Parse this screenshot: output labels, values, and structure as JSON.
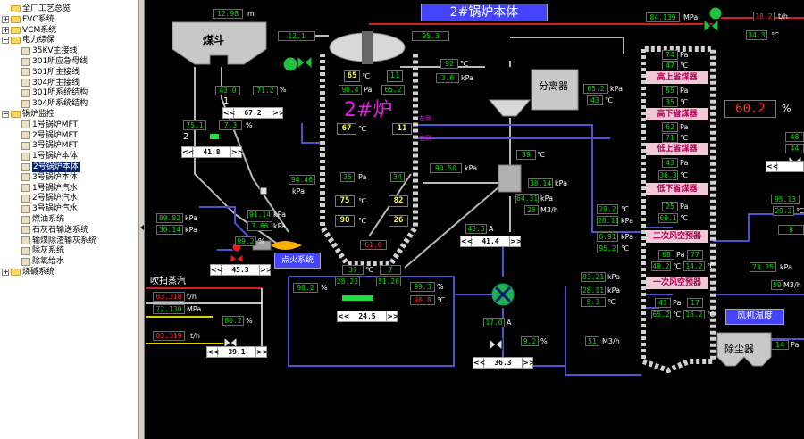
{
  "tree": [
    {
      "label": "全厂工艺总览",
      "level": 0,
      "kind": "root"
    },
    {
      "label": "FVC系统",
      "level": 0,
      "kind": "plus"
    },
    {
      "label": "VCM系统",
      "level": 0,
      "kind": "plus"
    },
    {
      "label": "电力综保",
      "level": 0,
      "kind": "minus"
    },
    {
      "label": "35KV主接线",
      "level": 1,
      "kind": "leaf"
    },
    {
      "label": "301所应急母线",
      "level": 1,
      "kind": "leaf"
    },
    {
      "label": "301所主接线",
      "level": 1,
      "kind": "leaf"
    },
    {
      "label": "304所主接线",
      "level": 1,
      "kind": "leaf"
    },
    {
      "label": "301所系统结构",
      "level": 1,
      "kind": "leaf"
    },
    {
      "label": "304所系统结构",
      "level": 1,
      "kind": "leaf"
    },
    {
      "label": "锅炉监控",
      "level": 0,
      "kind": "minus"
    },
    {
      "label": "1号锅炉MFT",
      "level": 1,
      "kind": "leaf"
    },
    {
      "label": "2号锅炉MFT",
      "level": 1,
      "kind": "leaf"
    },
    {
      "label": "3号锅炉MFT",
      "level": 1,
      "kind": "leaf"
    },
    {
      "label": "1号锅炉本体",
      "level": 1,
      "kind": "leaf"
    },
    {
      "label": "2号锅炉本体",
      "level": 1,
      "kind": "leaf",
      "selected": true
    },
    {
      "label": "3号锅炉本体",
      "level": 1,
      "kind": "leaf"
    },
    {
      "label": "1号锅炉汽水",
      "level": 1,
      "kind": "leaf"
    },
    {
      "label": "2号锅炉汽水",
      "level": 1,
      "kind": "leaf"
    },
    {
      "label": "3号锅炉汽水",
      "level": 1,
      "kind": "leaf"
    },
    {
      "label": "燃油系统",
      "level": 1,
      "kind": "leaf"
    },
    {
      "label": "石灰石输送系统",
      "level": 1,
      "kind": "leaf"
    },
    {
      "label": "输煤除渣输灰系统",
      "level": 1,
      "kind": "leaf"
    },
    {
      "label": "除灰系统",
      "level": 1,
      "kind": "leaf"
    },
    {
      "label": "除氧给水",
      "level": 1,
      "kind": "leaf"
    },
    {
      "label": "烧碱系统",
      "level": 0,
      "kind": "plus"
    }
  ],
  "title": "2#锅炉本体",
  "labels": {
    "coal_hopper": "煤斗",
    "furnace": "2#炉",
    "separator": "分离器",
    "ignition": "点火系统",
    "purge_steam": "吹扫蒸汽",
    "fan_temp": "风机温度",
    "dust_collector": "除尘器",
    "high_econ": "高上省煤器",
    "high_econ2": "高下省煤器",
    "low_econ": "低上省煤器",
    "low_econ2": "低下省煤器",
    "air_pre1": "二次风空预器",
    "air_pre2": "一次风空预器",
    "wall1": "左侧",
    "wall2": "右侧",
    "n1": "1",
    "n2": "2"
  },
  "units": {
    "m": "m",
    "pct": "%",
    "kpa": "kPa",
    "pa": "Pa",
    "c": "℃",
    "a": "A",
    "m3h": "M3/h",
    "mpa": "MPa",
    "th": "t/h"
  },
  "values": {
    "coal_level": "12.98",
    "v12_1": "12.1",
    "v95_3": "95.3",
    "v43_0": "43.0",
    "v71_2": "71.2",
    "v67_2": "67.2",
    "v75_1": "75.1",
    "v7_3": "7.3",
    "v41_8": "41.8",
    "f65": "65",
    "f11a": "11",
    "f90_4": "90.4",
    "f65_2": "65.2",
    "f67": "67",
    "f11b": "11",
    "f35": "35",
    "f34": "34",
    "f75": "75",
    "f82": "82",
    "f98": "98",
    "f26": "26",
    "t92": "92",
    "p3_6": "3.6",
    "v94_46": "94.46",
    "v90_50": "90.50",
    "v39": "39",
    "v38_14": "38.14",
    "v64_31": "64.31",
    "v25": "25",
    "v65_2b": "65.2",
    "v43b": "43",
    "v89_82": "89.82",
    "v30_14": "30.14",
    "v91_14": "91.14",
    "v3_66": "3.66",
    "v99_2": "99.2",
    "v45_3": "45.3",
    "red_61_0": "61.0",
    "v43_3": "43.3",
    "v41_4": "41.4",
    "v37": "37",
    "v7": "7",
    "v28_23": "28.23",
    "v51_26": "51.26",
    "v98_2": "98.2",
    "v99_3": "99.3",
    "red_90_8": "90.8",
    "v24_5": "24.5",
    "v17_0": "17.0",
    "v9_2": "9.2",
    "v36_3": "36.3",
    "v51": "51",
    "red_63_318": "63.318",
    "v72_130": "72.130",
    "v80_2": "80.2",
    "red_83_319": "83.319",
    "v39_1": "39.1",
    "v84_139": "84.139",
    "red_th": "18.2",
    "v34_3": "34.3",
    "r74": "74",
    "r47": "47",
    "r55": "55",
    "r35": "35",
    "r62": "62",
    "r71": "71",
    "r43": "43",
    "r36_3": "36.3",
    "r25": "25",
    "r69_1": "69.1",
    "r68": "68",
    "r77": "77",
    "r49_2": "49.2",
    "r14_2": "14.2",
    "r43b": "43",
    "r17": "17",
    "r65_2": "65.2",
    "r18_2": "18.2",
    "big_red": "60.2",
    "v29_2": "29.2",
    "v28_11": "28.11",
    "v6_91": "6.91",
    "v95_2": "95.2",
    "v83_21": "83.21",
    "v28_11b": "28.11",
    "v5_3": "5.3",
    "v48": "48",
    "v44": "44",
    "v95_13": "95.13",
    "v29_3": "29.3",
    "v9": "9",
    "v73_25": "73.25",
    "v59": "59",
    "v14": "14"
  },
  "colors": {
    "accent_blue": "#4b4bff",
    "title_bg": "#4444ff",
    "pipe_gray": "#b8b8b8",
    "pipe_blue": "#5050d0",
    "value_green": "#00e000",
    "alarm_red": "#ff3030"
  }
}
